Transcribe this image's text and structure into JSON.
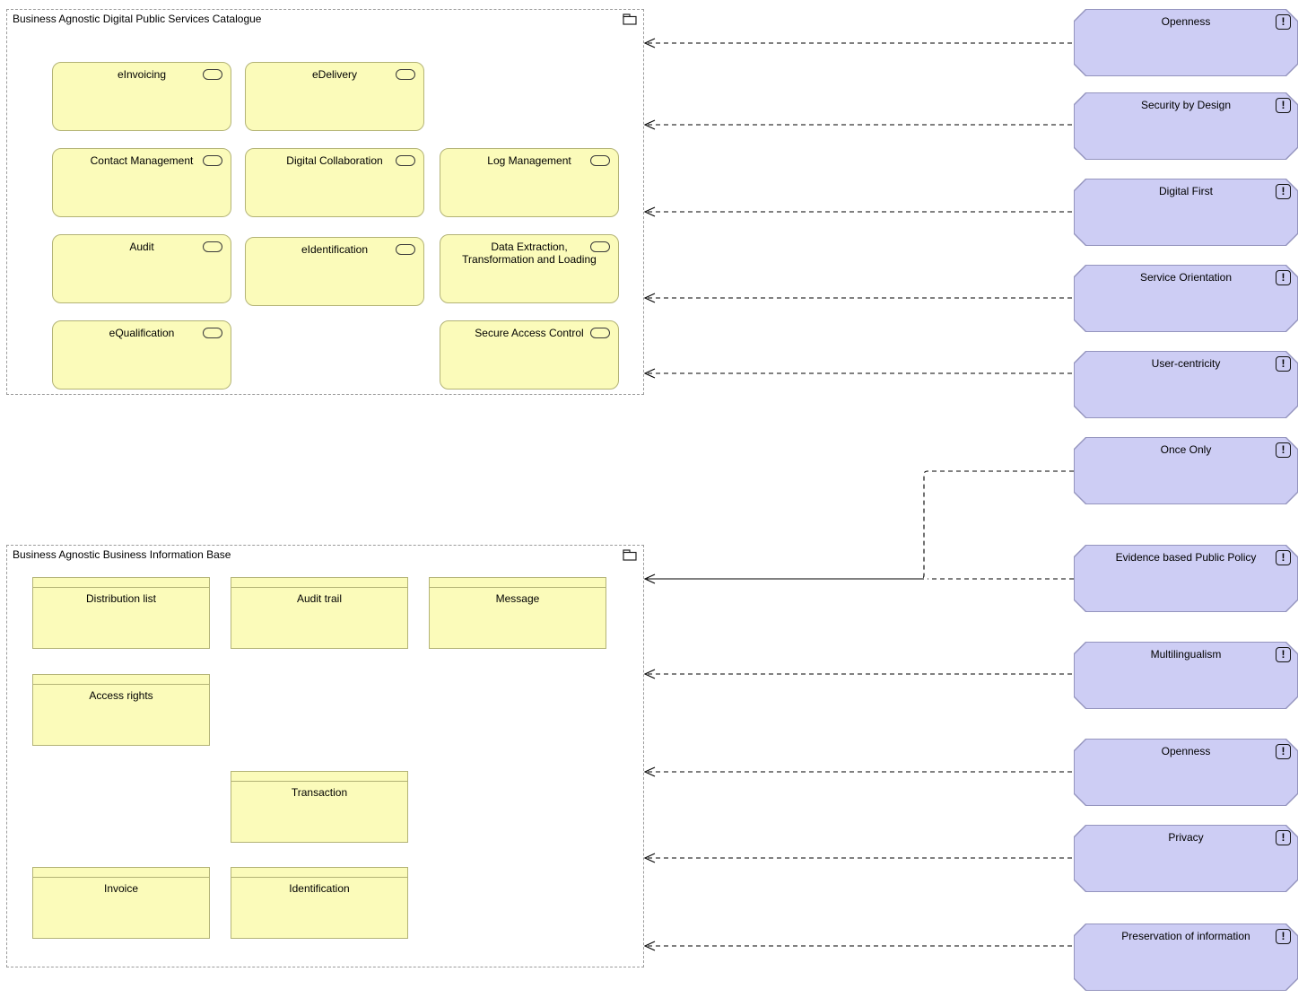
{
  "colors": {
    "service_fill": "#FBFBBA",
    "service_border": "#B3B376",
    "principle_fill": "#CDCDF4",
    "principle_border": "#9494BE",
    "group_border": "#9C9C9C",
    "connector": "#000000"
  },
  "icons": {
    "principle_badge": "!",
    "group_icon": "folder-icon",
    "service_icon": "rounded-rectangle-icon"
  },
  "catalogue": {
    "title": "Business Agnostic Digital Public Services Catalogue",
    "services": [
      {
        "label": "eInvoicing"
      },
      {
        "label": "eDelivery"
      },
      {
        "label": "Contact Management"
      },
      {
        "label": "Digital Collaboration"
      },
      {
        "label": "Log Management"
      },
      {
        "label": "Audit"
      },
      {
        "label": "eIdentification"
      },
      {
        "label": "Data Extraction, Transformation and Loading"
      },
      {
        "label": "eQualification"
      },
      {
        "label": "Secure Access Control"
      }
    ]
  },
  "info_base": {
    "title": "Business Agnostic Business Information Base",
    "objects": [
      {
        "label": "Distribution list"
      },
      {
        "label": "Audit trail"
      },
      {
        "label": "Message"
      },
      {
        "label": "Access rights"
      },
      {
        "label": "Transaction"
      },
      {
        "label": "Invoice"
      },
      {
        "label": "Identification"
      }
    ]
  },
  "principles": [
    {
      "label": "Openness"
    },
    {
      "label": "Security by Design"
    },
    {
      "label": "Digital First"
    },
    {
      "label": "Service Orientation"
    },
    {
      "label": "User-centricity"
    },
    {
      "label": "Once Only"
    },
    {
      "label": "Evidence based Public Policy"
    },
    {
      "label": "Multilingualism"
    },
    {
      "label": "Openness"
    },
    {
      "label": "Privacy"
    },
    {
      "label": "Preservation of information"
    }
  ]
}
